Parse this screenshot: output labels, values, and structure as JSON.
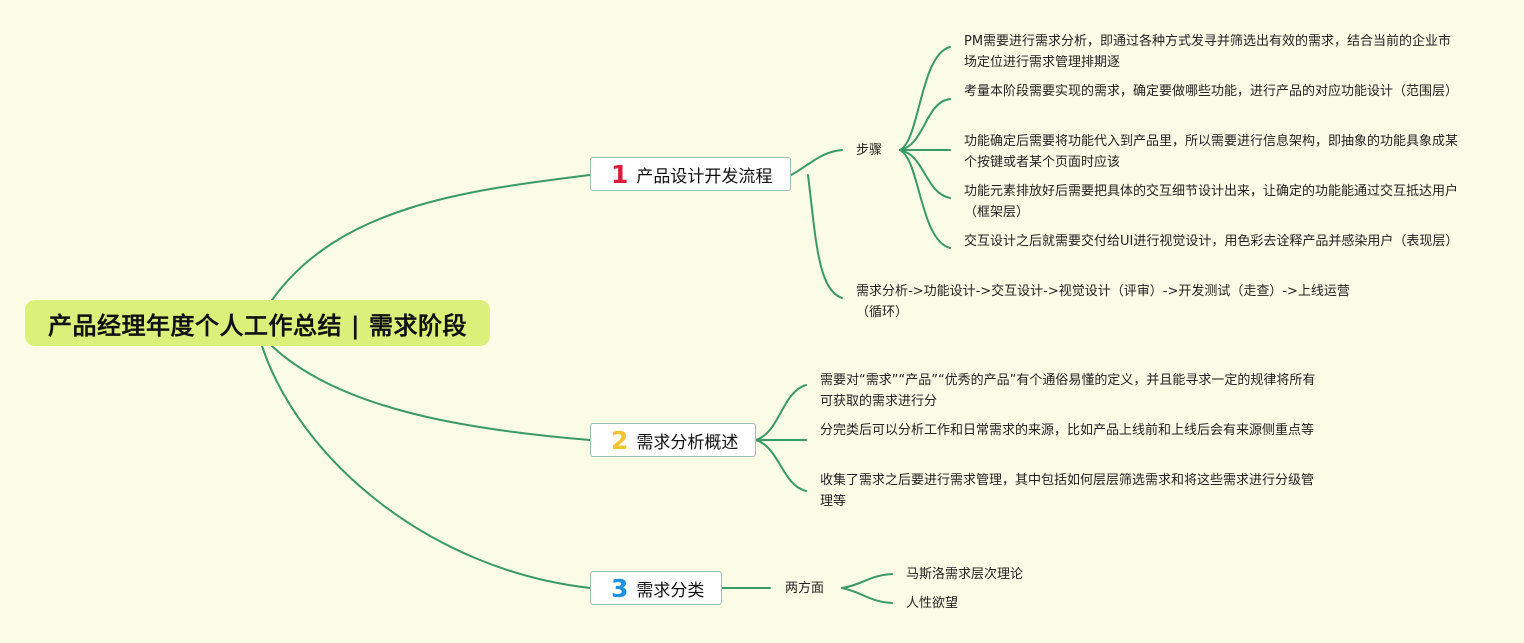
{
  "root": {
    "title": "产品经理年度个人工作总结 | 需求阶段"
  },
  "topics": [
    {
      "number": "1",
      "label": "产品设计开发流程",
      "sub": {
        "steps_label": "步骤",
        "steps": [
          "PM需要进行需求分析，即通过各种方式发寻并筛选出有效的需求，结合当前的企业市场定位进行需求管理排期逐",
          "考量本阶段需要实现的需求，确定要做哪些功能，进行产品的对应功能设计（范围层）",
          "功能确定后需要将功能代入到产品里，所以需要进行信息架构，即抽象的功能具象成某个按键或者某个页面时应该",
          "功能元素排放好后需要把具体的交互细节设计出来，让确定的功能能通过交互抵达用户（框架层）",
          "交互设计之后就需要交付给UI进行视觉设计，用色彩去诠释产品并感染用户（表现层）"
        ],
        "flow": "需求分析->功能设计->交互设计->视觉设计（评审）->开发测试（走查）->上线运营（循环）"
      }
    },
    {
      "number": "2",
      "label": "需求分析概述",
      "items": [
        "需要对“需求”“产品”“优秀的产品”有个通俗易懂的定义，并且能寻求一定的规律将所有可获取的需求进行分",
        "分完类后可以分析工作和日常需求的来源，比如产品上线前和上线后会有来源侧重点等",
        "收集了需求之后要进行需求管理，其中包括如何层层筛选需求和将这些需求进行分级管理等"
      ]
    },
    {
      "number": "3",
      "label": "需求分类",
      "sub": {
        "label": "两方面",
        "items": [
          "马斯洛需求层次理论",
          "人性欲望"
        ]
      }
    }
  ],
  "colors": {
    "background": "#fbfce6",
    "root_fill": "#dbf07a",
    "connector": "#3a9a64",
    "topic_border": "#9bbfb0",
    "number_1": "#d91f3a",
    "number_2": "#f4c430",
    "number_3": "#1f8fe0"
  }
}
